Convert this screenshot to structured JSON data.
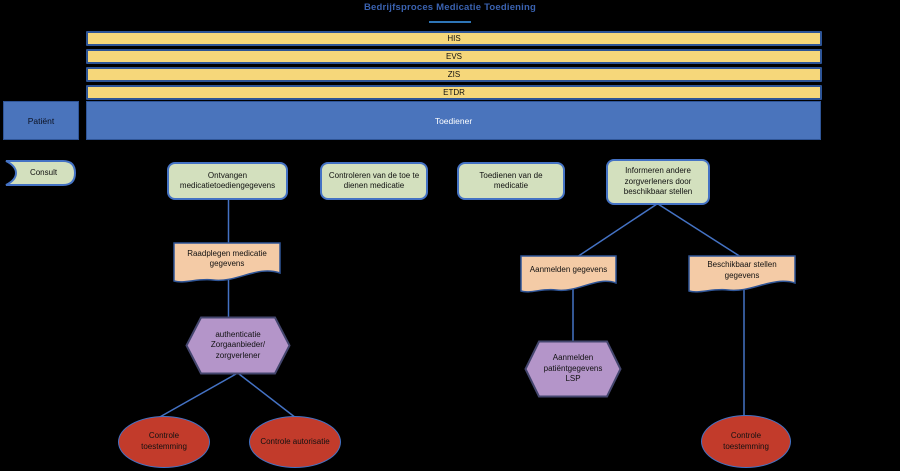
{
  "title": "Bedrijfsproces Medicatie Toediening",
  "system_bars": [
    "HIS",
    "EVS",
    "ZIS",
    "ETDR"
  ],
  "lanes": {
    "patient": "Patiënt",
    "performer": "Toediener"
  },
  "consult_label": "Consult",
  "process_steps": [
    "Ontvangen medicatietoediengegevens",
    "Controleren van de toe te dienen medicatie",
    "Toedienen van de medicatie",
    "Informeren andere zorgverleners door beschikbaar stellen"
  ],
  "documents": [
    "Raadplegen medicatie gegevens",
    "Aanmelden gegevens",
    "Beschikbaar stellen gegevens"
  ],
  "services": [
    "authenticatie Zorgaanbieder/ zorgverlener",
    "Aanmelden patiëntgegevens LSP"
  ],
  "controls": [
    "Controle toestemming",
    "Controle autorisatie",
    "Controle toestemming"
  ],
  "colors": {
    "background": "#000000",
    "title_text": "#3a62b0",
    "title_underline": "#2e75b6",
    "system_bar_fill": "#f6d77a",
    "system_bar_border": "#2e5597",
    "lane_fill": "#4a74bc",
    "lane_border": "#2f5597",
    "process_fill": "#d3e0be",
    "process_border": "#4472c4",
    "document_fill": "#f4cba6",
    "document_border": "#2f5597",
    "service_fill": "#b495c9",
    "service_border": "#44466e",
    "control_fill": "#c23b2b",
    "control_border": "#4472c4",
    "connector": "#4472c4"
  }
}
